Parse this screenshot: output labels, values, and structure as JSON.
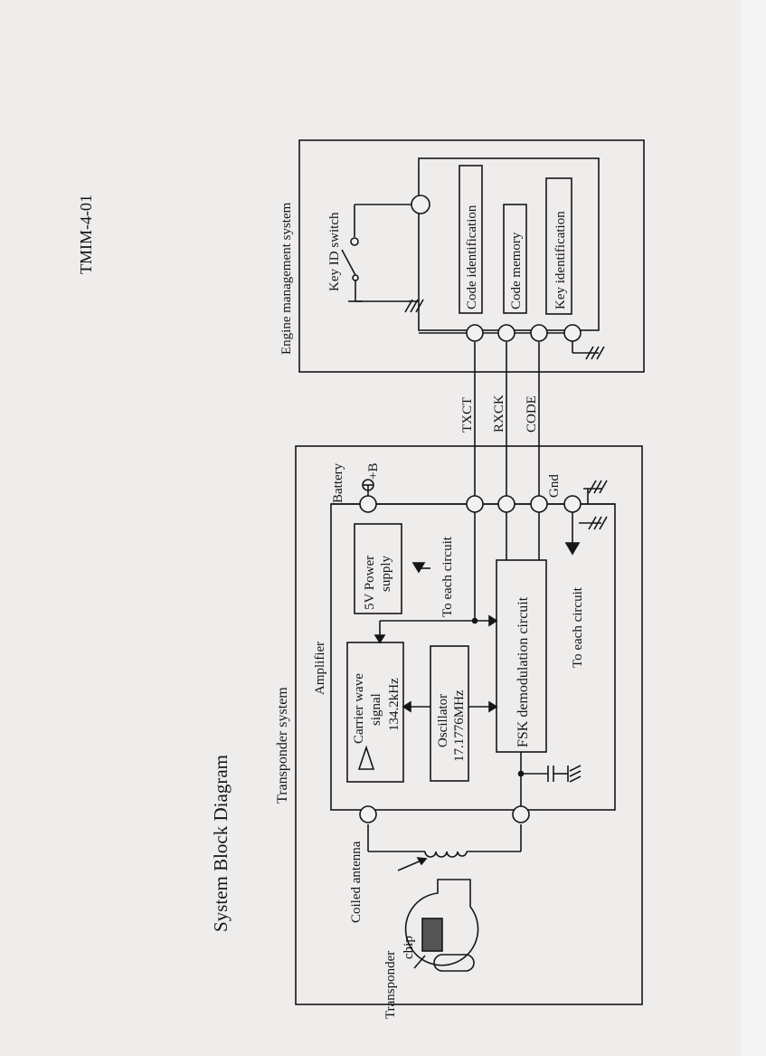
{
  "document": {
    "doc_code": "TMIM-4-01",
    "title": "System Block Diagram"
  },
  "transponder_system": {
    "label": "Transponder system",
    "amplifier_label": "Amplifier",
    "carrier_wave": [
      "Carrier wave",
      "signal",
      "134.2kHz"
    ],
    "oscillator": [
      "Oscillator",
      "17.1776MHz"
    ],
    "fsk_label": "FSK demodulation circuit",
    "power_supply": [
      "5V Power",
      "supply"
    ],
    "to_each_circuit_upper": "To each circuit",
    "to_each_circuit_lower": "To each circuit",
    "battery_label": "Battery",
    "battery_plus": "+B",
    "gnd_label": "Gnd",
    "coiled_antenna_label": "Coiled antenna",
    "transponder_chip_label": [
      "Transponder",
      "chip"
    ]
  },
  "signal_lines": {
    "txct": "TXCT",
    "rxck": "RXCK",
    "code": "CODE"
  },
  "engine_management_system": {
    "label": "Engine management system",
    "key_switch_label": "Key ID switch",
    "code_identification": "Code identification",
    "code_memory": "Code memory",
    "key_identification": "Key identification"
  }
}
